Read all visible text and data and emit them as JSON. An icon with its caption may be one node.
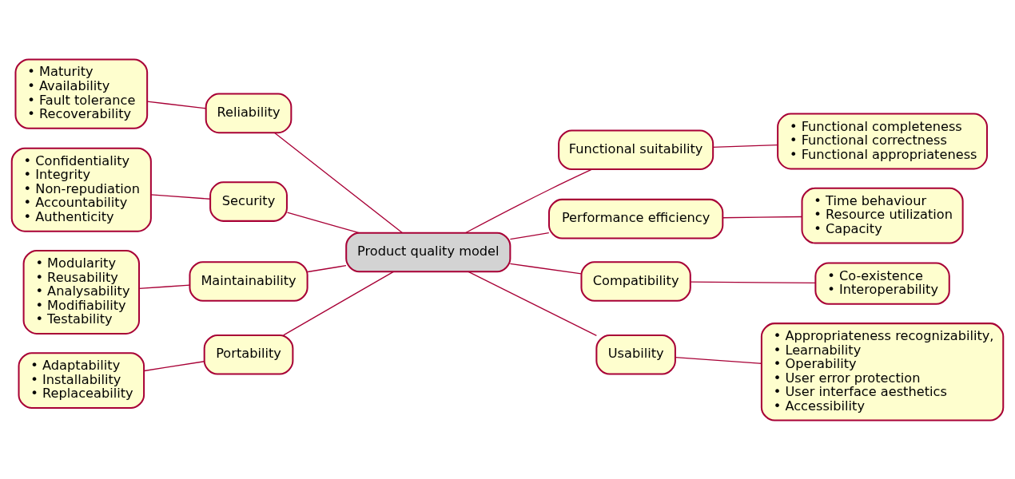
{
  "diagram": {
    "nodes": [
      {
        "text": [
          "Product quality model"
        ]
      },
      {
        "text": [
          "Reliability"
        ]
      },
      {
        "text": [
          "• Maturity",
          "• Availability",
          "• Fault tolerance",
          "• Recoverability"
        ]
      },
      {
        "text": [
          "Security"
        ]
      },
      {
        "text": [
          "• Confidentiality",
          "• Integrity",
          "• Non-repudiation",
          "• Accountability",
          "• Authenticity"
        ]
      },
      {
        "text": [
          "Maintainability"
        ]
      },
      {
        "text": [
          "• Modularity",
          "• Reusability",
          "• Analysability",
          "• Modifiability",
          "• Testability"
        ]
      },
      {
        "text": [
          "Portability"
        ]
      },
      {
        "text": [
          "• Adaptability",
          "• Installability",
          "• Replaceability"
        ]
      },
      {
        "text": [
          "Functional suitability"
        ]
      },
      {
        "text": [
          "• Functional completeness",
          "• Functional correctness",
          "• Functional appropriateness"
        ]
      },
      {
        "text": [
          "Performance efficiency"
        ]
      },
      {
        "text": [
          "• Time behaviour",
          "• Resource utilization",
          "• Capacity"
        ]
      },
      {
        "text": [
          "Compatibility"
        ]
      },
      {
        "text": [
          "• Co-existence",
          "• Interoperability"
        ]
      },
      {
        "text": [
          "Usability"
        ]
      },
      {
        "text": [
          "• Appropriateness recognizability,",
          "• Learnability",
          "• Operability",
          "• User error protection",
          "• User interface aesthetics",
          "• Accessibility"
        ]
      }
    ],
    "edges": [
      {
        "from": 0,
        "to": 1,
        "arrow": "none"
      },
      {
        "from": 1,
        "to": 2,
        "arrow": "none"
      },
      {
        "from": 0,
        "to": 3,
        "arrow": "none"
      },
      {
        "from": 3,
        "to": 4,
        "arrow": "none"
      },
      {
        "from": 0,
        "to": 5,
        "arrow": "none"
      },
      {
        "from": 5,
        "to": 6,
        "arrow": "none"
      },
      {
        "from": 0,
        "to": 7,
        "arrow": "none"
      },
      {
        "from": 7,
        "to": 8,
        "arrow": "none"
      },
      {
        "from": 0,
        "to": 9,
        "arrow": "none"
      },
      {
        "from": 9,
        "to": 10,
        "arrow": "none"
      },
      {
        "from": 0,
        "to": 11,
        "arrow": "none"
      },
      {
        "from": 11,
        "to": 12,
        "arrow": "none"
      },
      {
        "from": 0,
        "to": 13,
        "arrow": "none"
      },
      {
        "from": 13,
        "to": 14,
        "arrow": "none"
      },
      {
        "from": 0,
        "to": 15,
        "arrow": "none"
      },
      {
        "from": 15,
        "to": 16,
        "arrow": "none"
      }
    ]
  }
}
